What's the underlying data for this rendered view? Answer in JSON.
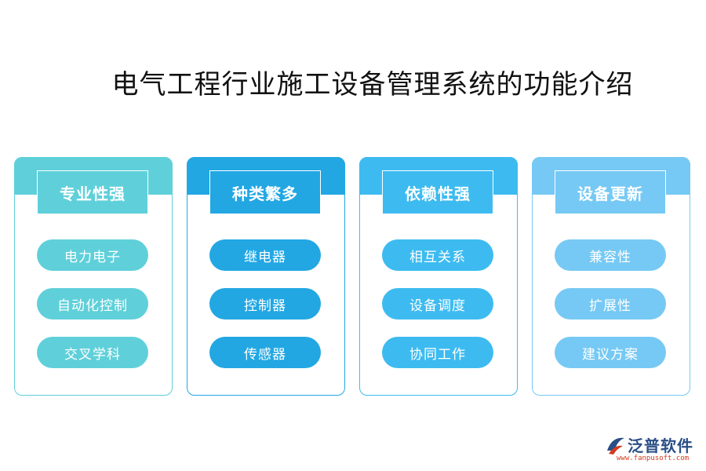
{
  "title": "电气工程行业施工设备管理系统的功能介绍",
  "columns": [
    {
      "header": "专业性强",
      "color": "#5fd0da",
      "items": [
        "电力电子",
        "自动化控制",
        "交叉学科"
      ]
    },
    {
      "header": "种类繁多",
      "color": "#22a7e3",
      "items": [
        "继电器",
        "控制器",
        "传感器"
      ]
    },
    {
      "header": "依赖性强",
      "color": "#3dbbf0",
      "items": [
        "相互关系",
        "设备调度",
        "协同工作"
      ]
    },
    {
      "header": "设备更新",
      "color": "#76c9f4",
      "items": [
        "兼容性",
        "扩展性",
        "建议方案"
      ]
    }
  ],
  "logo": {
    "name": "泛普软件",
    "url": "www.fanpusoft.com",
    "icon": "fanpu-logo-icon"
  }
}
